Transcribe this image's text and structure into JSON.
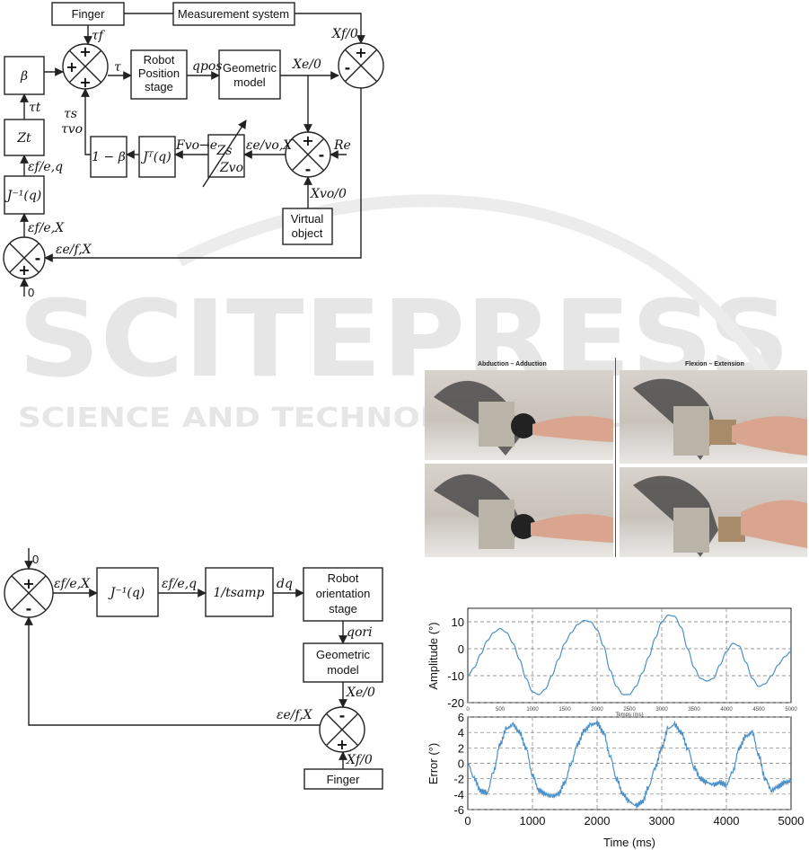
{
  "diagram1": {
    "finger": "Finger",
    "measurement": "Measurement system",
    "beta": "β",
    "zt": "Zt",
    "jinv": "J⁻¹(q)",
    "robot_pos": [
      "Robot",
      "Position",
      "stage"
    ],
    "geometric": [
      "Geometric",
      "model"
    ],
    "one_minus_beta": "1 − β",
    "jt": "Jᵀ(q)",
    "zs": "Zs",
    "zvo": "Zvo",
    "virtual": [
      "Virtual",
      "object"
    ],
    "lbl_tau_f": "τf",
    "lbl_tau": "τ",
    "lbl_q_pos": "qpos",
    "lbl_x_e0": "Xe/0",
    "lbl_x_f0": "Xf/0",
    "lbl_tau_t": "τt",
    "lbl_tau_s": "τs",
    "lbl_tau_vo": "τvo",
    "lbl_eps_feq": "εf/e,q",
    "lbl_eps_fex": "εf/e,X",
    "lbl_eps_efx": "εe/f,X",
    "lbl_f_vo": "Fvo→e",
    "lbl_eps_evo": "εe/vo,X",
    "lbl_re": "Re",
    "lbl_x_vo": "Xvo/0",
    "lbl_zero": "0"
  },
  "diagram2": {
    "jinv": "J⁻¹(q)",
    "tsamp": "1/tsamp",
    "robot_ori": [
      "Robot",
      "orientation",
      "stage"
    ],
    "geometric": [
      "Geometric",
      "model"
    ],
    "finger": "Finger",
    "lbl_zero": "0",
    "lbl_eps_fex": "εf/e,X",
    "lbl_eps_feq": "εf/e,q",
    "lbl_dq": "dq",
    "lbl_q_ori": "qori",
    "lbl_x_e0": "Xe/0",
    "lbl_eps_efx": "εe/f,X",
    "lbl_x_f0": "Xf/0"
  },
  "photos": {
    "left_title": "Abduction – Adduction",
    "right_title": "Flexion – Extension"
  },
  "watermark": {
    "big": "SCITEPRESS",
    "small": "SCIENCE AND TECHNOLOGY PUBLICATIONS"
  },
  "chart_data": [
    {
      "type": "line",
      "ylabel": "Amplitude (°)",
      "xlabel": "Temps (ms)",
      "xlim": [
        0,
        5000
      ],
      "ylim": [
        -20,
        15
      ],
      "yticks": [
        10,
        0,
        -10,
        -20
      ],
      "xticks": [
        0,
        500,
        1000,
        1500,
        2000,
        2500,
        3000,
        3500,
        4000,
        4500,
        5000
      ],
      "series_color": "#4a90c8",
      "grid": true,
      "x": [
        0,
        100,
        200,
        300,
        400,
        500,
        600,
        700,
        800,
        900,
        1000,
        1100,
        1200,
        1300,
        1400,
        1500,
        1600,
        1700,
        1800,
        1900,
        2000,
        2100,
        2200,
        2300,
        2400,
        2500,
        2600,
        2700,
        2800,
        2900,
        3000,
        3100,
        3200,
        3300,
        3400,
        3500,
        3600,
        3700,
        3800,
        3900,
        4000,
        4100,
        4200,
        4300,
        4400,
        4500,
        4600,
        4700,
        4800,
        4900,
        5000
      ],
      "y": [
        -10,
        -7,
        -2,
        3,
        6,
        7.5,
        6,
        2,
        -4,
        -11,
        -16,
        -17,
        -15,
        -10,
        -4,
        2,
        6,
        9,
        10.5,
        10,
        7,
        1,
        -8,
        -14,
        -17,
        -17,
        -14,
        -9,
        -3,
        4,
        10,
        12.5,
        12,
        8,
        0,
        -7,
        -11,
        -12,
        -11,
        -6,
        -1,
        2,
        1,
        -5,
        -11,
        -14,
        -13,
        -10,
        -6,
        -3,
        -1
      ]
    },
    {
      "type": "line",
      "ylabel": "Error (°)",
      "xlabel": "Time (ms)",
      "xlim": [
        0,
        5000
      ],
      "ylim": [
        -6,
        6
      ],
      "yticks": [
        6,
        4,
        2,
        0,
        -2,
        -4,
        -6
      ],
      "xticks": [
        0,
        1000,
        2000,
        3000,
        4000,
        5000
      ],
      "series_color": "#4a90c8",
      "grid": true,
      "x": [
        0,
        100,
        200,
        300,
        400,
        500,
        600,
        700,
        800,
        900,
        1000,
        1100,
        1200,
        1300,
        1400,
        1500,
        1600,
        1700,
        1800,
        1900,
        2000,
        2100,
        2200,
        2300,
        2400,
        2500,
        2600,
        2700,
        2800,
        2900,
        3000,
        3100,
        3200,
        3300,
        3400,
        3500,
        3600,
        3700,
        3800,
        3900,
        4000,
        4100,
        4200,
        4300,
        4400,
        4500,
        4600,
        4700,
        4800,
        4900,
        5000
      ],
      "y": [
        0,
        -2,
        -3.6,
        -3.8,
        -1,
        2.5,
        4.5,
        5,
        4,
        2,
        -1.5,
        -3.5,
        -4,
        -4.3,
        -4,
        -2.5,
        0,
        2.5,
        4.2,
        5,
        5.2,
        4,
        1,
        -2,
        -4,
        -5,
        -5.5,
        -5,
        -3,
        -0.5,
        2,
        4.5,
        5,
        4,
        2,
        -0.5,
        -2,
        -2.5,
        -2.8,
        -2.5,
        -2.8,
        -1,
        2,
        3.5,
        4,
        1,
        -2,
        -3.5,
        -3,
        -2.5,
        -2.3
      ]
    }
  ]
}
